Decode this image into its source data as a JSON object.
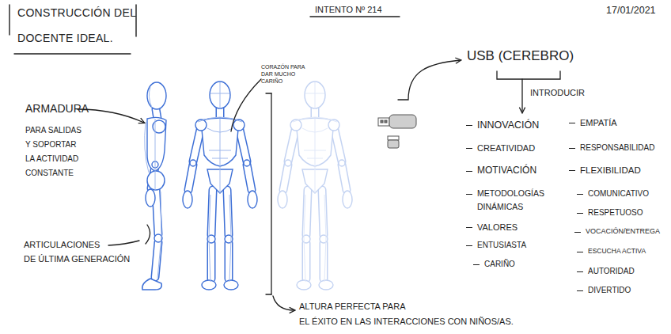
{
  "diagram": {
    "title": "CONSTRUCCIÓN DEL DOCENTE IDEAL.",
    "labels": [
      "INTENTO Nº 214",
      "17/01/2021",
      "CORAZÓN PARA DAR MUCHO CARIÑO",
      "USB (CEREBRO)",
      "ARMADURA",
      "PARA SALIDAS Y SOPORTAR LA ACTIVIDAD CONSTANTE",
      "INTRODUCIR",
      "INNOVACIÓN",
      "CREATIVIDAD",
      "MOTIVACIÓN",
      "METODOLOGÍAS DINÁMICAS",
      "VALORES",
      "ENTUSIASTA",
      "CARIÑO",
      "EMPATÍA",
      "RESPONSABILIDAD",
      "FLEXIBILIDAD",
      "COMUNICATIVO",
      "RESPETUOSO",
      "VOCACIÓN/ENTREGA",
      "ESCUCHA ACTIVA",
      "AUTORIDAD",
      "DIVERTIDO",
      "ARTICULACIONES DE ÚLTIMA GENERACIÓN",
      "ALTURA PERFECTA PARA EL ÉXITO EN LAS INTERACCIONES CON NIÑOS/AS."
    ]
  }
}
